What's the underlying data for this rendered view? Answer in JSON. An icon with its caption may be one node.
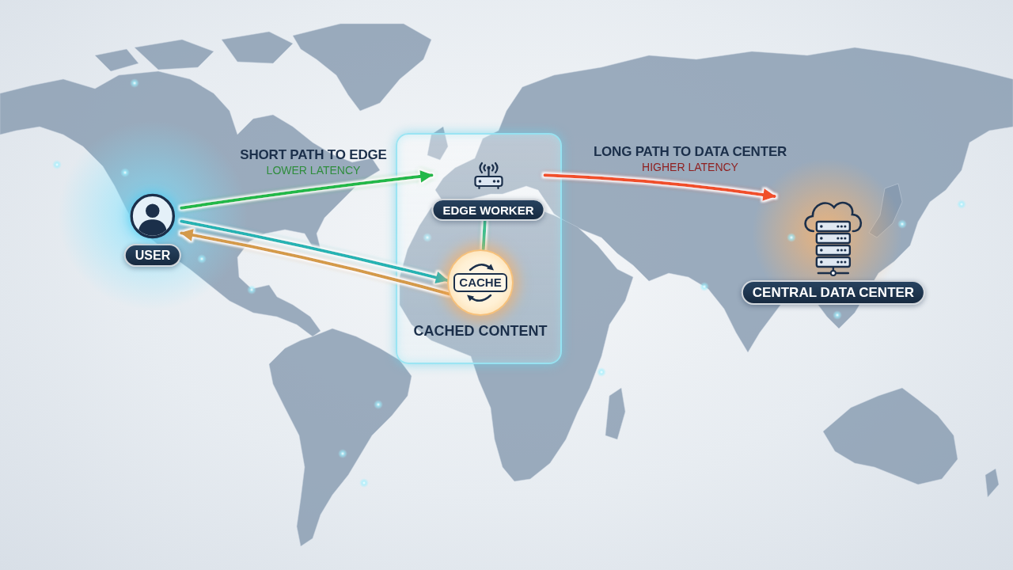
{
  "diagram": {
    "nodes": [
      {
        "text": [
          "USER"
        ]
      },
      {
        "text": [],
        "shape": "box"
      },
      {
        "text": [
          "EDGE WORKER"
        ],
        "in": 1
      },
      {
        "text": [
          "CACHE"
        ],
        "in": 1,
        "beside": [
          "CACHED CONTENT"
        ]
      },
      {
        "text": [
          "CENTRAL DATA CENTER"
        ]
      }
    ],
    "edges": [
      {
        "from": 0,
        "to": 2,
        "arrow": "to",
        "label": "SHORT PATH TO EDGE",
        "color": "#22b84a"
      },
      {
        "from": 2,
        "to": 4,
        "arrow": "to",
        "label": "LONG PATH TO DATA CENTER",
        "color": "#f0502c"
      },
      {
        "from": 0,
        "to": 3,
        "arrow": "to",
        "color": "#27b3b3"
      },
      {
        "from": 3,
        "to": 0,
        "arrow": "to",
        "color": "#d49a4a"
      },
      {
        "from": 2,
        "to": 3,
        "arrow": "none",
        "color": "#3fbf8f"
      }
    ],
    "labels": [
      "LOWER LATENCY",
      "HIGHER LATENCY"
    ]
  }
}
